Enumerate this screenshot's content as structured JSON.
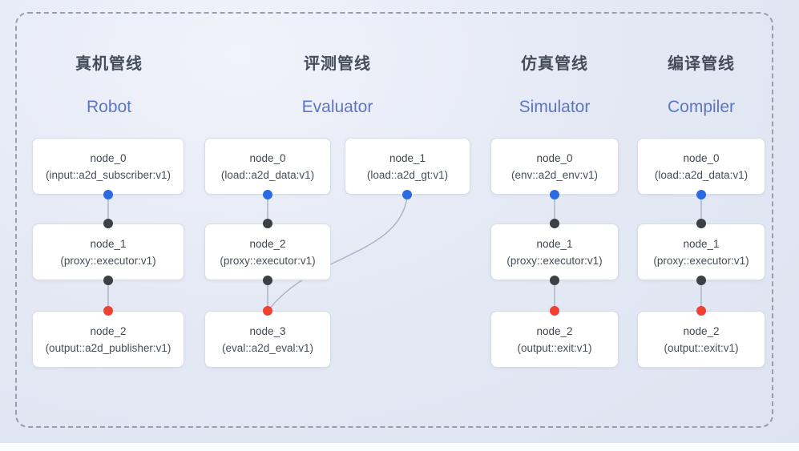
{
  "diagram": {
    "pipelines": [
      {
        "title_zh": "真机管线",
        "title_en": "Robot",
        "nodes": [
          {
            "name": "node_0",
            "type": "(input::a2d_subscriber:v1)"
          },
          {
            "name": "node_1",
            "type": "(proxy::executor:v1)"
          },
          {
            "name": "node_2",
            "type": "(output::a2d_publisher:v1)"
          }
        ]
      },
      {
        "title_zh": "评测管线",
        "title_en": "Evaluator",
        "nodes": [
          {
            "name": "node_0",
            "type": "(load::a2d_data:v1)"
          },
          {
            "name": "node_1",
            "type": "(load::a2d_gt:v1)"
          },
          {
            "name": "node_2",
            "type": "(proxy::executor:v1)"
          },
          {
            "name": "node_3",
            "type": "(eval::a2d_eval:v1)"
          }
        ]
      },
      {
        "title_zh": "仿真管线",
        "title_en": "Simulator",
        "nodes": [
          {
            "name": "node_0",
            "type": "(env::a2d_env:v1)"
          },
          {
            "name": "node_1",
            "type": "(proxy::executor:v1)"
          },
          {
            "name": "node_2",
            "type": "(output::exit:v1)"
          }
        ]
      },
      {
        "title_zh": "编译管线",
        "title_en": "Compiler",
        "nodes": [
          {
            "name": "node_0",
            "type": "(load::a2d_data:v1)"
          },
          {
            "name": "node_1",
            "type": "(proxy::executor:v1)"
          },
          {
            "name": "node_2",
            "type": "(output::exit:v1)"
          }
        ]
      }
    ],
    "colors": {
      "source_port": "#2a6be2",
      "intermediate_port": "#3b4046",
      "target_port": "#ee4132",
      "edge_line": "#a9b2c3",
      "title_zh": "#454c5a",
      "title_en": "#5d76c3",
      "node_background": "#ffffff",
      "node_border": "#d8dce5",
      "canvas_background": "#e4e9f5",
      "frame_dash": "#979eac"
    }
  }
}
